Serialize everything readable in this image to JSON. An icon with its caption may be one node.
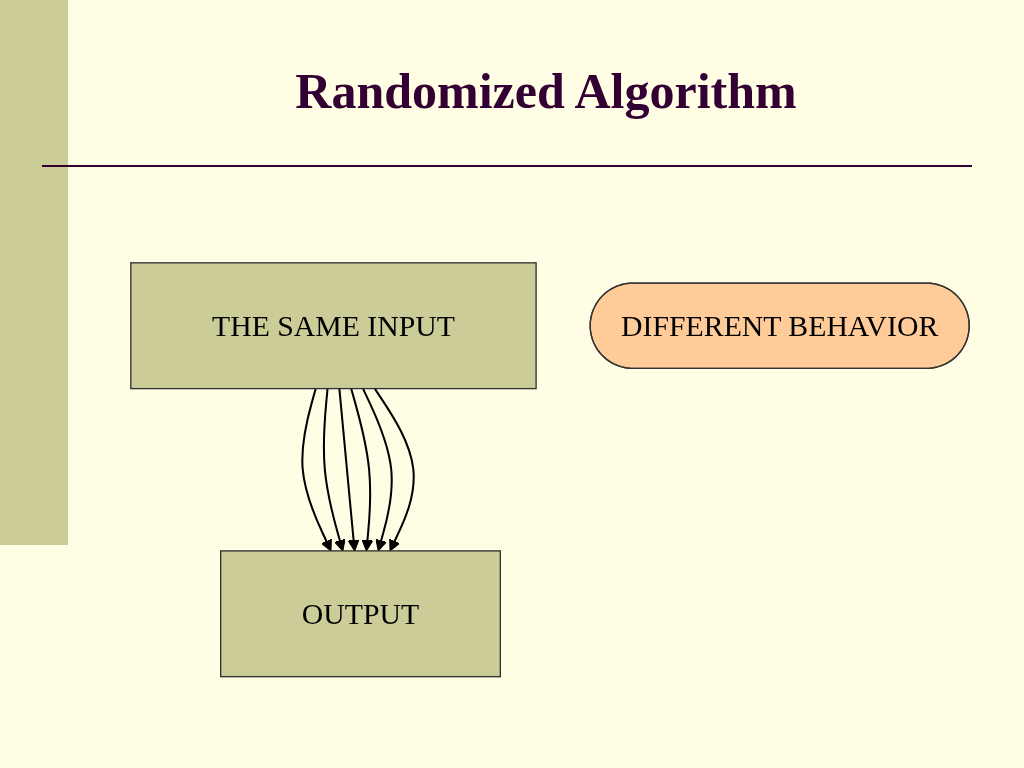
{
  "diagram": {
    "title": "Randomized Algorithm",
    "nodes": [
      {
        "text": [
          "THE SAME INPUT"
        ]
      },
      {
        "text": [
          "DIFFERENT BEHAVIOR"
        ]
      },
      {
        "text": [
          "OUTPUT"
        ]
      }
    ],
    "edges": [
      {
        "from": 0,
        "to": 2,
        "arrow": "to"
      },
      {
        "from": 0,
        "to": 2,
        "arrow": "to"
      },
      {
        "from": 0,
        "to": 2,
        "arrow": "to"
      },
      {
        "from": 0,
        "to": 2,
        "arrow": "to"
      },
      {
        "from": 0,
        "to": 2,
        "arrow": "to"
      },
      {
        "from": 0,
        "to": 2,
        "arrow": "to"
      }
    ]
  }
}
